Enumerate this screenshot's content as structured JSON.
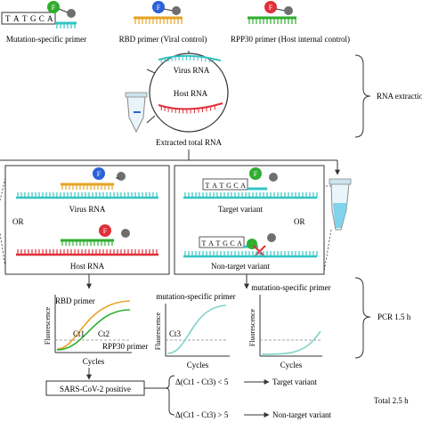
{
  "colors": {
    "teal": "#33c4c4",
    "orange": "#e6a324",
    "green": "#2fae2f",
    "red": "#e0303a",
    "blue": "#2a62d8",
    "gray": "#6f6f6f",
    "line": "#333333"
  },
  "labels": {
    "mutation_seq": [
      "T",
      "A",
      "T",
      "G",
      "C",
      "A"
    ],
    "fluor_letter": "F",
    "mutation_primer": "Mutation-specific primer",
    "rbd_primer": "RBD primer (Viral control)",
    "rpp30_primer": "RPP30 primer (Host internal control)",
    "virus_rna": "Virus RNA",
    "host_rna": "Host RNA",
    "extracted_rna": "Extracted total RNA",
    "rna_extraction": "RNA extraction",
    "or_left": "OR",
    "or_right": "OR",
    "box_virus_rna": "Virus RNA",
    "box_host_rna": "Host RNA",
    "target_variant": "Target variant",
    "non_target_variant": "Non-target variant",
    "plot1_series_rbd": "RBD primer",
    "plot1_series_rpp30": "RPP30 primer",
    "plot1_ct1": "Ct1",
    "plot1_ct2": "Ct2",
    "plot2_title": "mutation-specific primer",
    "plot2_ct3": "Ct3",
    "plot3_title": "mutation-specific primer",
    "fluorescence": "Fluorescence",
    "cycles": "Cycles",
    "pcr_time": "PCR 1.5 h",
    "sars_positive": "SARS-CoV-2 positive",
    "cond_less": "Δ(Ct1 - Ct3) < 5",
    "cond_greater": "Δ(Ct1 - Ct3) > 5",
    "result_target": "Target variant",
    "result_non_target": "Non-target variant",
    "total_time": "Total 2.5 h"
  }
}
